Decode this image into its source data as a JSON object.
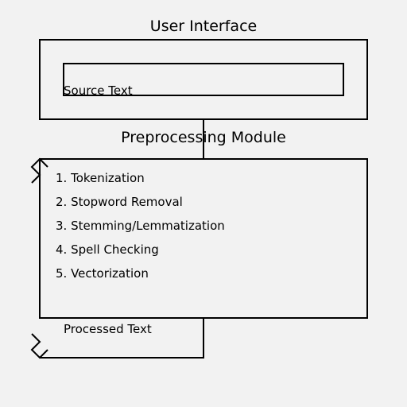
{
  "ui": {
    "title": "User Interface",
    "input_label": "Source Text"
  },
  "preprocessing": {
    "title": "Preprocessing Module",
    "steps": [
      "1. Tokenization",
      "2. Stopword Removal",
      "3. Stemming/Lemmatization",
      "4. Spell Checking",
      "5. Vectorization"
    ]
  },
  "output": {
    "label": "Processed Text"
  },
  "colors": {
    "background": "#f2f2f2",
    "stroke": "#000000"
  }
}
